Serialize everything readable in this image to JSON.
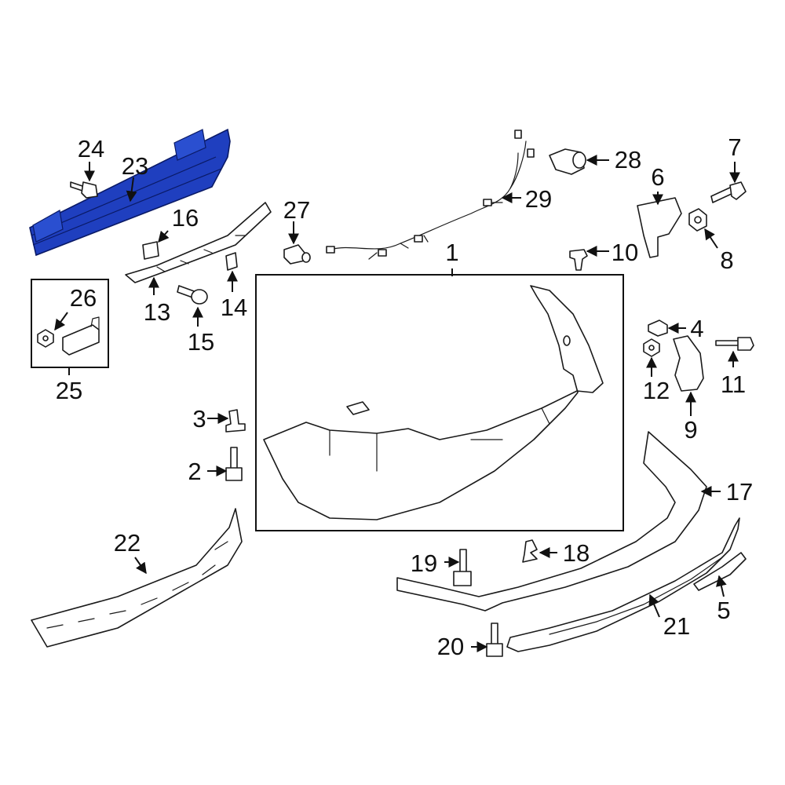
{
  "diagram": {
    "highlight_color": "#1f3fbf",
    "line_color": "#111111",
    "callouts": [
      "1",
      "2",
      "3",
      "4",
      "5",
      "6",
      "7",
      "8",
      "9",
      "10",
      "11",
      "12",
      "13",
      "14",
      "15",
      "16",
      "17",
      "18",
      "19",
      "20",
      "21",
      "22",
      "23",
      "24",
      "25",
      "26",
      "27",
      "28",
      "29"
    ],
    "highlighted_part": "23"
  }
}
